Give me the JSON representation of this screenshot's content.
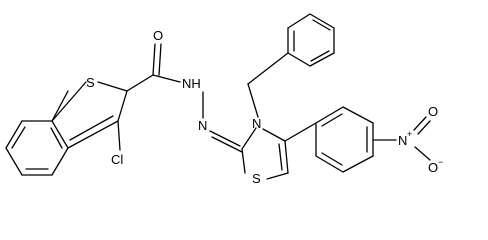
{
  "molecule": {
    "atoms": {
      "s1": "S",
      "o1": "O",
      "nh1": "NH",
      "n1": "N",
      "cl": "Cl",
      "n3": "N",
      "s2": "S",
      "n_nitro": "N",
      "n_plus": "+",
      "o_nitro_top": "O",
      "o_nitro_bot": "O",
      "o_minus": "−"
    }
  }
}
